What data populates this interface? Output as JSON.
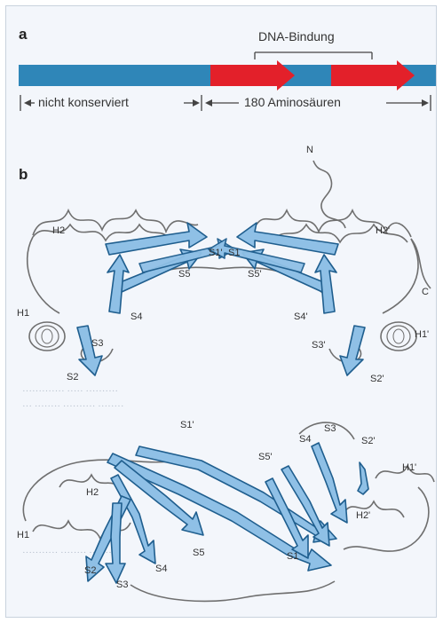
{
  "panel_a": {
    "label": "a",
    "dna_binding_label": "DNA-Bindung",
    "not_conserved_label": "nicht konserviert",
    "aa_span_label": "180 Aminosäuren",
    "colors": {
      "bar": "#2f86b8",
      "binding": "#e3202a"
    }
  },
  "panel_b": {
    "label": "b",
    "top_labels": {
      "n": "N",
      "h2": "H2",
      "h2p": "H2'",
      "s1p": "S1'",
      "s1": "S1",
      "s5": "S5",
      "s5p": "S5'",
      "h1": "H1",
      "h1p": "H1'",
      "s4": "S4",
      "s4p": "S4'",
      "s3": "S3",
      "s3p": "S3'",
      "s2": "S2",
      "s2p": "S2'",
      "c": "C"
    },
    "bottom_labels": {
      "s1p": "S1'",
      "s3": "S3",
      "s4": "S4",
      "s5p": "S5'",
      "s2p": "S2'",
      "h1p": "H1'",
      "h2": "H2",
      "h2p": "H2'",
      "h1": "H1",
      "s2": "S2",
      "s3b": "S3",
      "s4b": "S4",
      "s5": "S5",
      "s1": "S1"
    },
    "colors": {
      "strand": "#8fc0e6",
      "strand_edge": "#1f5e8e",
      "coil": "#6f6f6f"
    }
  }
}
